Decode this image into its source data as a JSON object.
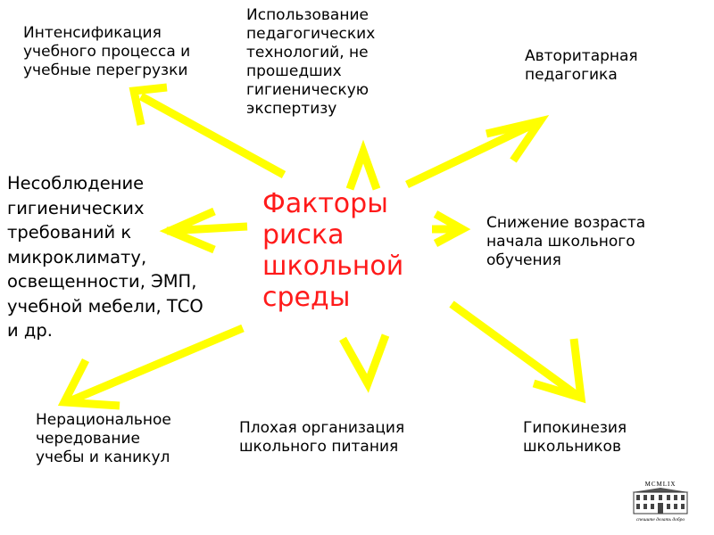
{
  "center_title": "Факторы\nриска\nшкольной\nсреды",
  "factors": {
    "intensification": "Интенсификация\nучебного процесса и\nучебные перегрузки",
    "pedagogical_tech": "Использование\nпедагогических\nтехнологий, не\nпрошедших\nгигиеническую\nэкспертизу",
    "authoritarian": "Авторитарная\nпедагогика",
    "hygiene_noncompliance": "Несоблюдение\nгигиенических\nтребований к\nмикроклимату,\nосвещенности, ЭМП,\nучебной мебели, ТСО\nи др.",
    "school_age": "Снижение возраста\nначала школьного\nобучения",
    "irrational_schedule": "Нерациональное\nчередование\nучебы и каникул",
    "nutrition": "Плохая организация\nшкольного питания",
    "hypokinesia": "Гипокинезия\nшкольников"
  },
  "logo": {
    "roman_numeral": "MCMLIX",
    "motto": "спешите делать добро"
  },
  "colors": {
    "arrow": "#ffff00",
    "center_text": "#ff1a1a",
    "text": "#000000"
  }
}
